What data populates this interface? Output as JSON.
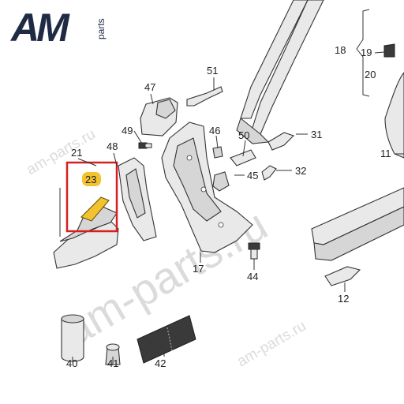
{
  "brand": {
    "logo_letters": "AM",
    "logo_suffix": "parts",
    "logo_color": "#1f2a44"
  },
  "watermark": {
    "text": "am-parts.ru"
  },
  "highlight": {
    "part_number": "23",
    "frame_color": "#d62020",
    "badge_color": "#f2c230"
  },
  "callouts": {
    "p11": "11",
    "p12": "12",
    "p17": "17",
    "p18": "18",
    "p19": "19",
    "p20": "20",
    "p21": "21",
    "p23": "23",
    "p31": "31",
    "p32": "32",
    "p40": "40",
    "p41": "41",
    "p42": "42",
    "p44": "44",
    "p45": "45",
    "p46": "46",
    "p47": "47",
    "p48": "48",
    "p49": "49",
    "p50": "50",
    "p51": "51"
  }
}
